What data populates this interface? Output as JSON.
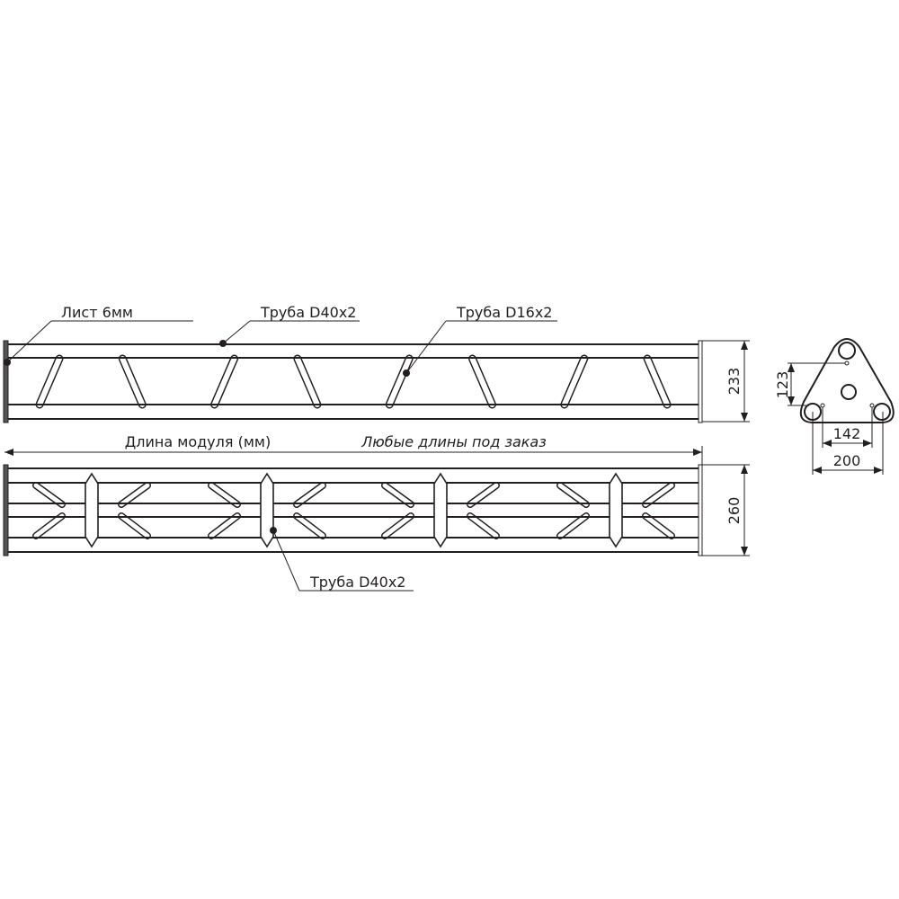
{
  "labels": {
    "sheet": "Лист 6мм",
    "tube_top_main": "Труба D40x2",
    "tube_brace": "Труба D16x2",
    "tube_bottom_main": "Труба D40x2",
    "module_length": "Длина модуля (мм)",
    "any_length": "Любые длины под заказ"
  },
  "dimensions": {
    "side_height": "233",
    "plan_width": "260",
    "hole_height": "123",
    "hole_spacing": "142",
    "base_width": "200"
  },
  "colors": {
    "line": "#231f20",
    "background": "#ffffff"
  }
}
